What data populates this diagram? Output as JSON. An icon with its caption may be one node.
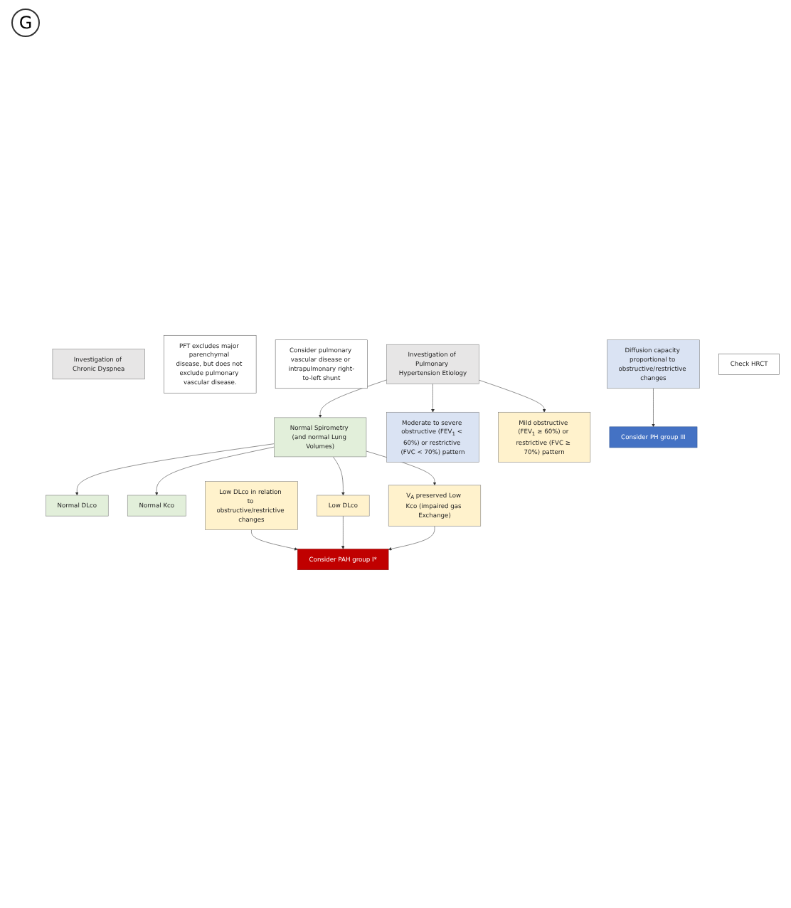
{
  "diagram": {
    "nodes": [
      {
        "text": [
          "Investigation of Chronic Dyspnea"
        ]
      },
      {
        "text": [
          "Normal Spirometry (and normal Lung Volumes)"
        ]
      },
      {
        "text": [
          "Normal DLco"
        ]
      },
      {
        "text": [
          "Normal Kco"
        ]
      },
      {
        "text": [
          "PFT excludes major parenchymal disease, but does not exclude pulmonary vascular disease."
        ]
      },
      {
        "text": [
          "Low DLco"
        ]
      },
      {
        "text": [
          "V$_{A}$ preserved Low Kco (impaired gas Exchange)"
        ]
      },
      {
        "text": [
          "Consider pulmonary vascular disease or intrapulmonary right-to-left shunt"
        ]
      },
      {
        "text": [
          "Investigation of Pulmonary Hypertension Etiology"
        ]
      },
      {
        "text": [
          "Moderate to severe obstructive (FEV$_{1}$ < 60%) or restrictive (FVC < 70%) pattern"
        ]
      },
      {
        "text": [
          "Mild obstructive (FEV$_{1}$ ≥ 60%) or restrictive (FVC ≥ 70%) pattern"
        ]
      },
      {
        "text": [
          "Diffusion capacity proportional to obstructive/restrictive changes"
        ]
      },
      {
        "text": [
          "Low DLco in relation to obstructive/restrictive changes"
        ]
      },
      {
        "text": [
          "Check HRCT"
        ]
      },
      {
        "text": [
          "Consider PH group III"
        ]
      },
      {
        "text": [
          "Consider PAH group I*"
        ]
      }
    ],
    "edges": [
      {
        "from": 8,
        "to": 1,
        "arrow": "to"
      },
      {
        "from": 1,
        "to": 2,
        "arrow": "to"
      },
      {
        "from": 1,
        "to": 3,
        "arrow": "to"
      },
      {
        "from": 1,
        "to": 5,
        "arrow": "to"
      },
      {
        "from": 1,
        "to": 6,
        "arrow": "to"
      },
      {
        "from": 8,
        "to": 9,
        "arrow": "to"
      },
      {
        "from": 8,
        "to": 10,
        "arrow": "to"
      },
      {
        "from": 11,
        "to": 14,
        "arrow": "to"
      },
      {
        "from": 12,
        "to": 15,
        "arrow": "to"
      },
      {
        "from": 5,
        "to": 15,
        "arrow": "to"
      },
      {
        "from": 6,
        "to": 15,
        "arrow": "to"
      }
    ],
    "labels": [
      "G"
    ]
  }
}
